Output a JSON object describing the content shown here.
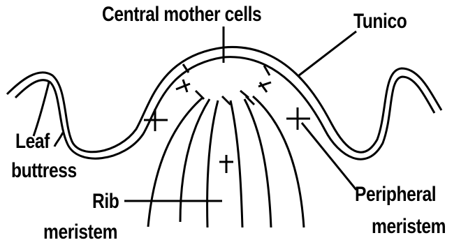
{
  "labels": {
    "central_mother_cells": "Central mother cells",
    "tunico": "Tunico",
    "leaf_buttress_line1": "Leaf",
    "leaf_buttress_line2": "buttress",
    "rib_meristem_line1": "Rib",
    "rib_meristem_line2": "meristem",
    "peripheral_meristem_line1": "Peripheral",
    "peripheral_meristem_line2": "meristem"
  },
  "colors": {
    "ink": "#000000",
    "background": "#ffffff"
  }
}
